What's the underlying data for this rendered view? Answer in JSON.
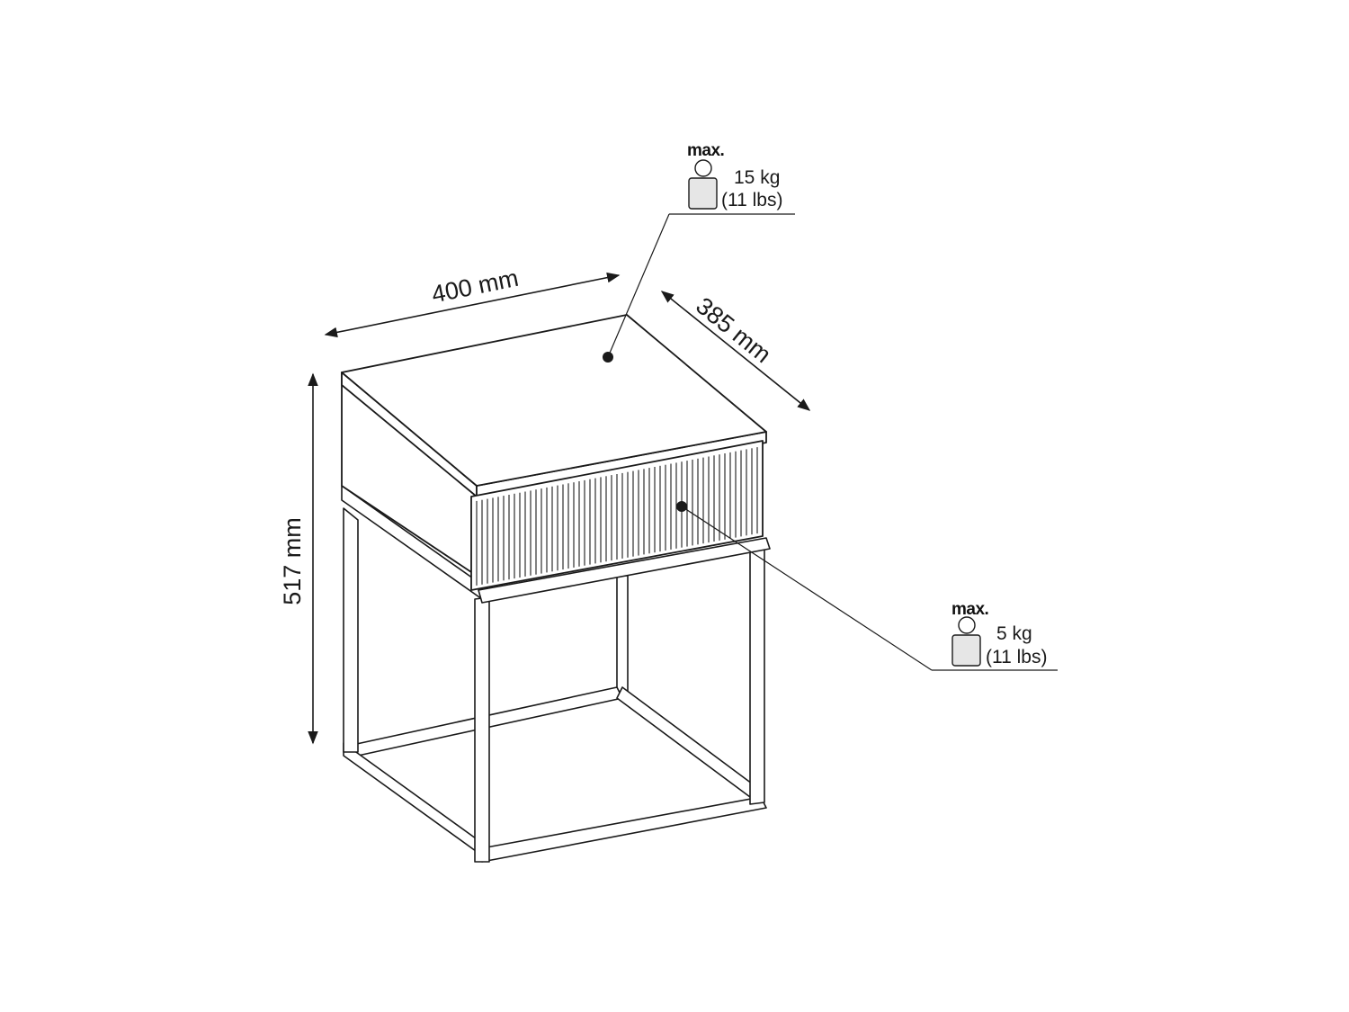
{
  "dimensions": {
    "width": "400 mm",
    "depth": "385 mm",
    "height": "517 mm"
  },
  "load_top": {
    "max_label": "max.",
    "weight_kg": "15 kg",
    "weight_lbs": "(11 lbs)"
  },
  "load_drawer": {
    "max_label": "max.",
    "weight_kg": "5 kg",
    "weight_lbs": "(11 lbs)"
  }
}
